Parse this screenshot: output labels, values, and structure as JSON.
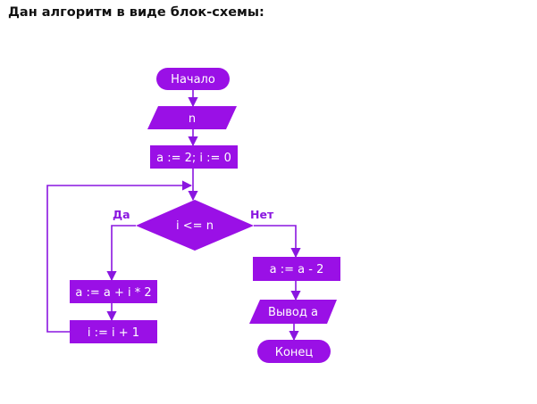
{
  "heading": "Дан алгоритм в виде блок-схемы:",
  "colors": {
    "block": "#9a10e6",
    "line": "#8a16e0",
    "text": "#ffffff",
    "branch_label": "#8a16e0"
  },
  "flowchart": {
    "start": "Начало",
    "input": "n",
    "init": "a := 2; i := 0",
    "condition": "i <= n",
    "yes_label": "Да",
    "no_label": "Нет",
    "loop_body": "a := a + i * 2",
    "increment": "i := i + 1",
    "after_loop": "a := a - 2",
    "output": "Вывод a",
    "end": "Конец"
  }
}
